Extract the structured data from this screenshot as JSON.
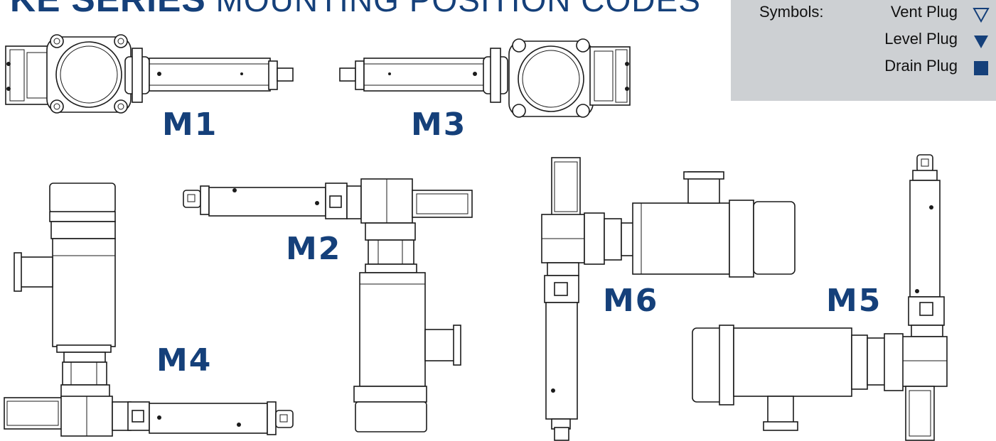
{
  "header": {
    "title_bold": "KE SERIES",
    "title_rest": "MOUNTING POSITION CODES"
  },
  "legend": {
    "label": "Symbols:",
    "items": [
      {
        "name": "Vent Plug",
        "icon": "vent-plug-icon"
      },
      {
        "name": "Level Plug",
        "icon": "level-plug-icon"
      },
      {
        "name": "Drain Plug",
        "icon": "drain-plug-icon"
      }
    ]
  },
  "positions": {
    "m1": "M1",
    "m2": "M2",
    "m3": "M3",
    "m4": "M4",
    "m5": "M5",
    "m6": "M6"
  },
  "colors": {
    "brand": "#15407a",
    "legend_bg": "#cdd0d3",
    "line": "#1b1b1b"
  }
}
